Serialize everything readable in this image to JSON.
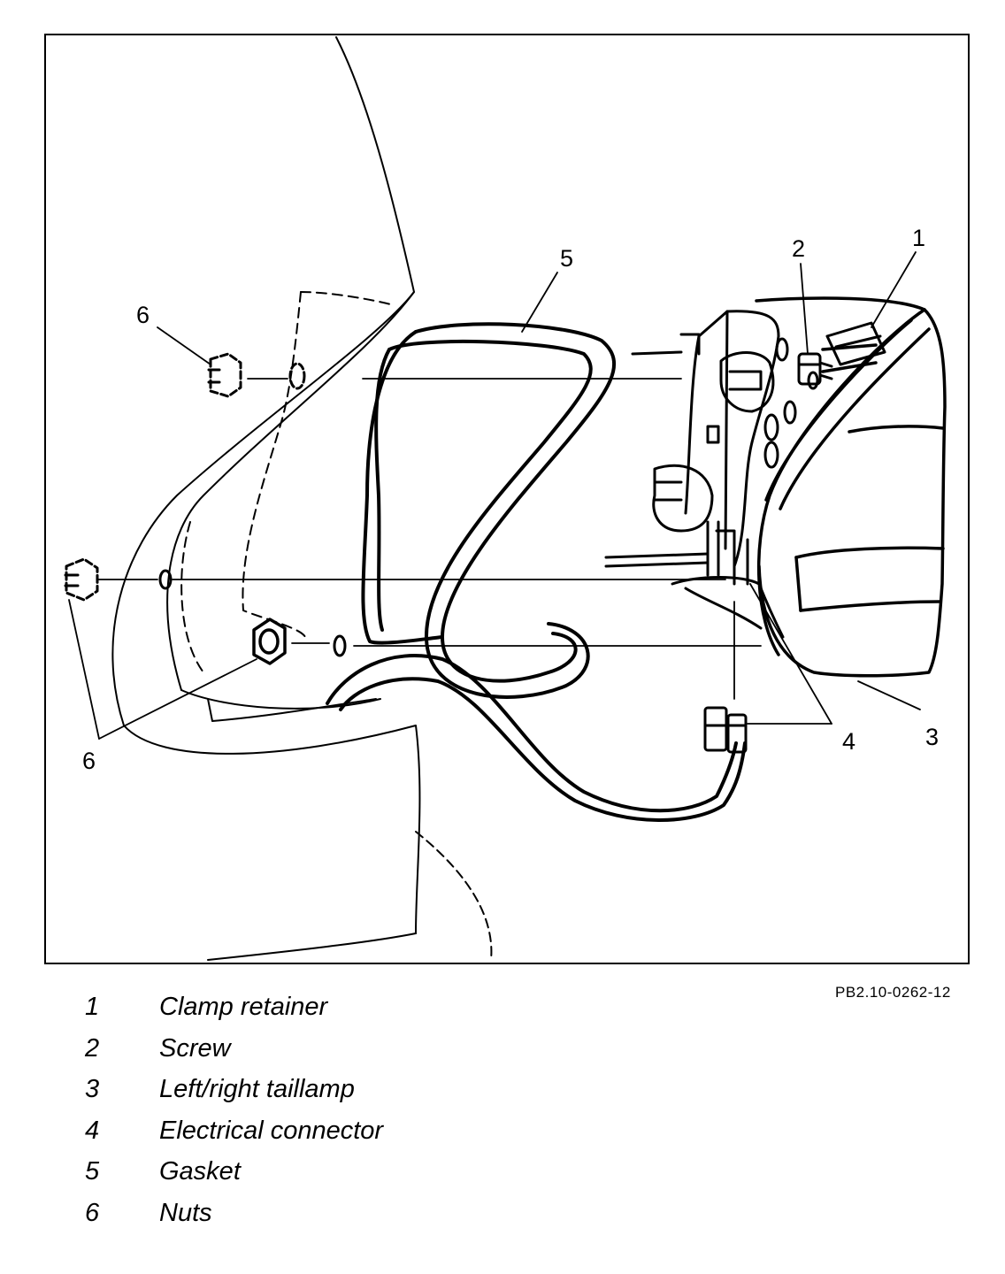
{
  "figure": {
    "code": "PB2.10-0262-12",
    "callouts": {
      "c1": "1",
      "c2": "2",
      "c3": "3",
      "c4": "4",
      "c5": "5",
      "c6a": "6",
      "c6b": "6"
    }
  },
  "legend": [
    {
      "num": "1",
      "text": "Clamp retainer"
    },
    {
      "num": "2",
      "text": "Screw"
    },
    {
      "num": "3",
      "text": "Left/right taillamp"
    },
    {
      "num": "4",
      "text": "Electrical connector"
    },
    {
      "num": "5",
      "text": "Gasket"
    },
    {
      "num": "6",
      "text": "Nuts"
    }
  ]
}
